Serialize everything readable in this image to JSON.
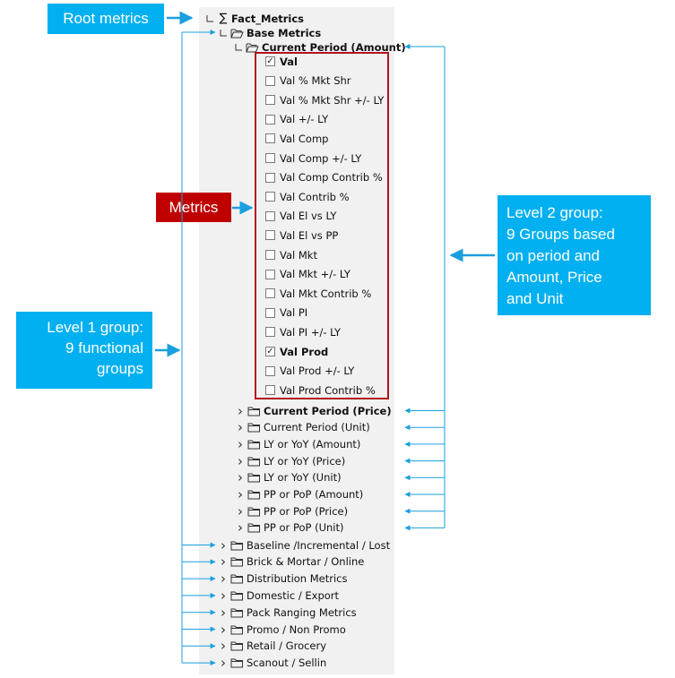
{
  "callouts": {
    "root": "Root metrics",
    "metrics": "Metrics",
    "level1": [
      "Level 1 group:",
      "9 functional",
      "groups"
    ],
    "level2": [
      "Level 2 group:",
      "9  Groups based",
      "on period and",
      "Amount, Price",
      "and Unit"
    ]
  },
  "tree": {
    "root": "Fact_Metrics",
    "base": "Base Metrics",
    "current_amount": "Current Period (Amount)",
    "metrics": [
      {
        "label": "Val",
        "checked": true,
        "bold": true
      },
      {
        "label": "Val % Mkt Shr",
        "checked": false,
        "bold": false
      },
      {
        "label": "Val % Mkt Shr +/- LY",
        "checked": false,
        "bold": false
      },
      {
        "label": "Val +/- LY",
        "checked": false,
        "bold": false
      },
      {
        "label": "Val Comp",
        "checked": false,
        "bold": false
      },
      {
        "label": "Val Comp +/- LY",
        "checked": false,
        "bold": false
      },
      {
        "label": "Val Comp Contrib %",
        "checked": false,
        "bold": false
      },
      {
        "label": "Val Contrib %",
        "checked": false,
        "bold": false
      },
      {
        "label": "Val El vs LY",
        "checked": false,
        "bold": false
      },
      {
        "label": "Val El vs PP",
        "checked": false,
        "bold": false
      },
      {
        "label": "Val Mkt",
        "checked": false,
        "bold": false
      },
      {
        "label": "Val Mkt +/- LY",
        "checked": false,
        "bold": false
      },
      {
        "label": "Val Mkt Contrib %",
        "checked": false,
        "bold": false
      },
      {
        "label": "Val PI",
        "checked": false,
        "bold": false
      },
      {
        "label": "Val PI +/- LY",
        "checked": false,
        "bold": false
      },
      {
        "label": "Val Prod",
        "checked": true,
        "bold": true
      },
      {
        "label": "Val Prod +/- LY",
        "checked": false,
        "bold": false
      },
      {
        "label": "Val Prod Contrib %",
        "checked": false,
        "bold": false
      }
    ],
    "level2_groups": [
      {
        "label": "Current Period (Price)",
        "bold": true
      },
      {
        "label": "Current Period (Unit)",
        "bold": false
      },
      {
        "label": "LY or YoY (Amount)",
        "bold": false
      },
      {
        "label": "LY or YoY (Price)",
        "bold": false
      },
      {
        "label": "LY or YoY (Unit)",
        "bold": false
      },
      {
        "label": "PP or PoP (Amount)",
        "bold": false
      },
      {
        "label": "PP or PoP (Price)",
        "bold": false
      },
      {
        "label": "PP or PoP (Unit)",
        "bold": false
      }
    ],
    "level1_groups": [
      "Baseline /Incremental / Lost",
      "Brick & Mortar / Online",
      "Distribution Metrics",
      "Domestic / Export",
      "Pack Ranging Metrics",
      "Promo / Non Promo",
      "Retail / Grocery",
      "Scanout / Sellin"
    ]
  },
  "colors": {
    "callout_blue": "#00b0f0",
    "callout_red": "#c00000",
    "metrics_border": "#b0121f",
    "arrow": "#1a9fe0"
  }
}
